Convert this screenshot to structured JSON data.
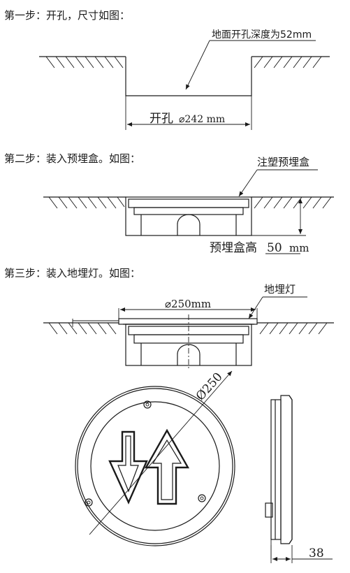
{
  "step1": {
    "title": "第一步：开孔，尺寸如图：",
    "depth_label": "地面开孔深度为52mm",
    "hole_label_prefix": "开孔",
    "hole_label_value": "⌀242 mm"
  },
  "step2": {
    "title": "第二步：装入预埋盒。如图：",
    "box_label": "注塑预埋盒",
    "height_label_prefix": "预埋盒高",
    "height_label_value": "50",
    "height_label_unit": "mm"
  },
  "step3": {
    "title": "第三步：装入地埋灯。如图：",
    "lamp_label": "地埋灯",
    "diameter_label": "⌀250mm"
  },
  "product": {
    "diameter_label": "Ø250",
    "thickness_label": "38"
  }
}
